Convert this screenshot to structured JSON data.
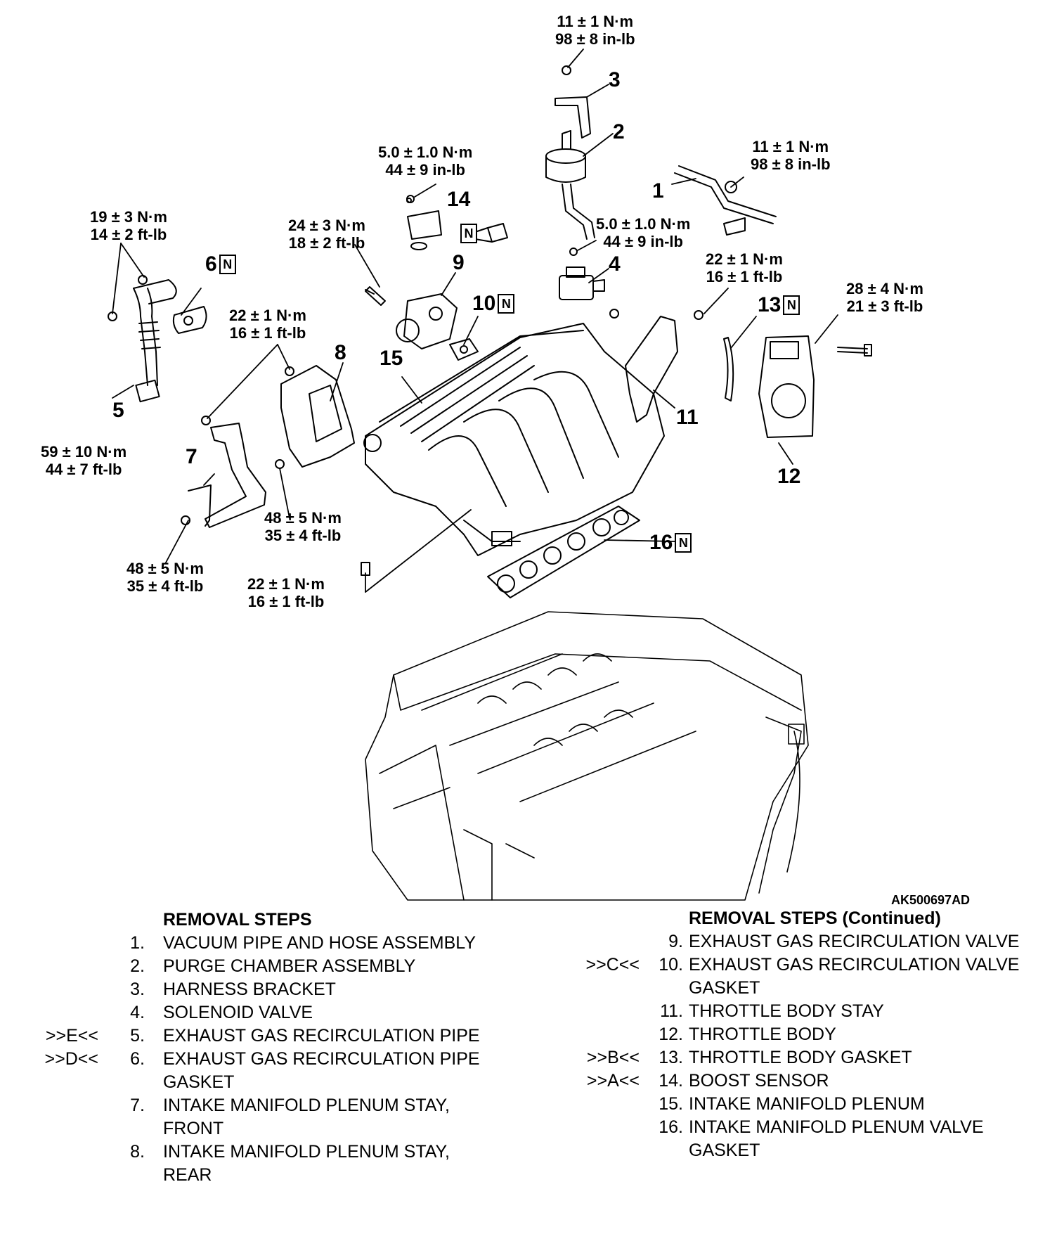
{
  "figure_id": "AK500697AD",
  "callouts": [
    {
      "id": "1",
      "label": "1",
      "new_part": false
    },
    {
      "id": "2",
      "label": "2",
      "new_part": false
    },
    {
      "id": "3",
      "label": "3",
      "new_part": false
    },
    {
      "id": "4",
      "label": "4",
      "new_part": false
    },
    {
      "id": "5",
      "label": "5",
      "new_part": false
    },
    {
      "id": "6",
      "label": "6",
      "new_part": true
    },
    {
      "id": "7",
      "label": "7",
      "new_part": false
    },
    {
      "id": "8",
      "label": "8",
      "new_part": false
    },
    {
      "id": "9",
      "label": "9",
      "new_part": false
    },
    {
      "id": "10",
      "label": "10",
      "new_part": true
    },
    {
      "id": "11",
      "label": "11",
      "new_part": false
    },
    {
      "id": "12",
      "label": "12",
      "new_part": false
    },
    {
      "id": "13",
      "label": "13",
      "new_part": true
    },
    {
      "id": "14",
      "label": "14",
      "new_part": false
    },
    {
      "id": "15",
      "label": "15",
      "new_part": false
    },
    {
      "id": "16",
      "label": "16",
      "new_part": true
    }
  ],
  "new_part_mark": "N",
  "torques": [
    {
      "id": "t-harness-bracket",
      "nm": "11 ± 1 N·m",
      "imp": "98 ± 8 in-lb"
    },
    {
      "id": "t-vacuum-pipe",
      "nm": "11 ± 1 N·m",
      "imp": "98 ± 8 in-lb"
    },
    {
      "id": "t-boost-sensor",
      "nm": "5.0 ± 1.0 N·m",
      "imp": "44 ± 9 in-lb"
    },
    {
      "id": "t-solenoid",
      "nm": "5.0 ± 1.0 N·m",
      "imp": "44 ± 9 in-lb"
    },
    {
      "id": "t-egr-valve",
      "nm": "24 ± 3 N·m",
      "imp": "18 ± 2 ft-lb"
    },
    {
      "id": "t-egr-pipe-top",
      "nm": "19 ± 3 N·m",
      "imp": "14 ± 2 ft-lb"
    },
    {
      "id": "t-egr-pipe-bottom",
      "nm": "59 ± 10 N·m",
      "imp": "44 ± 7 ft-lb"
    },
    {
      "id": "t-stay-upper",
      "nm": "22 ± 1 N·m",
      "imp": "16 ± 1 ft-lb"
    },
    {
      "id": "t-stay-rear-lower",
      "nm": "48 ± 5 N·m",
      "imp": "35 ± 4 ft-lb"
    },
    {
      "id": "t-stay-front-lower",
      "nm": "48 ± 5 N·m",
      "imp": "35 ± 4 ft-lb"
    },
    {
      "id": "t-plenum-bottom",
      "nm": "22 ± 1 N·m",
      "imp": "16 ± 1 ft-lb"
    },
    {
      "id": "t-throttle-stay",
      "nm": "22 ± 1 N·m",
      "imp": "16 ± 1 ft-lb"
    },
    {
      "id": "t-throttle-body",
      "nm": "28 ± 4 N·m",
      "imp": "21 ± 3 ft-lb"
    }
  ],
  "removal_steps": {
    "header": "REMOVAL STEPS",
    "header_continued": "REMOVAL STEPS (Continued)",
    "left": [
      {
        "ref": "",
        "num": "1.",
        "text": "VACUUM PIPE AND HOSE ASSEMBLY"
      },
      {
        "ref": "",
        "num": "2.",
        "text": "PURGE CHAMBER ASSEMBLY"
      },
      {
        "ref": "",
        "num": "3.",
        "text": "HARNESS BRACKET"
      },
      {
        "ref": "",
        "num": "4.",
        "text": "SOLENOID VALVE"
      },
      {
        "ref": ">>E<<",
        "num": "5.",
        "text": "EXHAUST GAS RECIRCULATION PIPE"
      },
      {
        "ref": ">>D<<",
        "num": "6.",
        "text": "EXHAUST GAS RECIRCULATION PIPE GASKET"
      },
      {
        "ref": "",
        "num": "7.",
        "text": "INTAKE MANIFOLD PLENUM STAY, FRONT"
      },
      {
        "ref": "",
        "num": "8.",
        "text": "INTAKE MANIFOLD PLENUM STAY, REAR"
      }
    ],
    "right": [
      {
        "ref": "",
        "num": "9.",
        "text": "EXHAUST GAS RECIRCULATION VALVE"
      },
      {
        "ref": ">>C<<",
        "num": "10.",
        "text": "EXHAUST GAS RECIRCULATION VALVE GASKET"
      },
      {
        "ref": "",
        "num": "11.",
        "text": "THROTTLE BODY STAY"
      },
      {
        "ref": "",
        "num": "12.",
        "text": "THROTTLE BODY"
      },
      {
        "ref": ">>B<<",
        "num": "13.",
        "text": "THROTTLE BODY GASKET"
      },
      {
        "ref": ">>A<<",
        "num": "14.",
        "text": "BOOST SENSOR"
      },
      {
        "ref": "",
        "num": "15.",
        "text": "INTAKE MANIFOLD PLENUM"
      },
      {
        "ref": "",
        "num": "16.",
        "text": "INTAKE MANIFOLD PLENUM VALVE GASKET"
      }
    ]
  }
}
